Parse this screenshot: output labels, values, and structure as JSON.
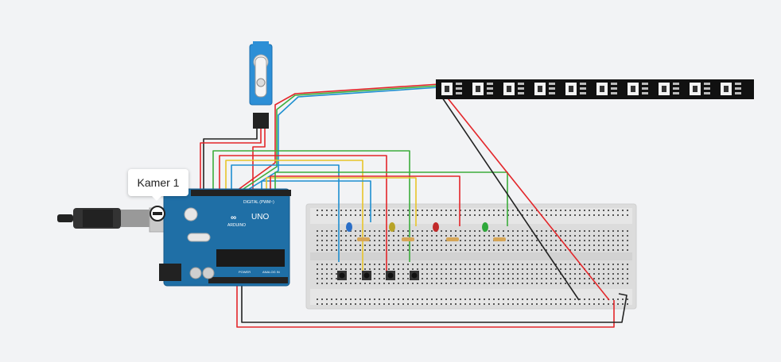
{
  "tooltip": {
    "label": "Kamer 1"
  },
  "arduino": {
    "brand": "ARDUINO",
    "model": "UNO",
    "digital_label": "DIGITAL (PWM~)",
    "power_label": "POWER",
    "analog_label": "ANALOG IN"
  },
  "leds": [
    {
      "name": "blue",
      "color": "#2b6fc7"
    },
    {
      "name": "yellow",
      "color": "#b8a428"
    },
    {
      "name": "red",
      "color": "#c22a2a"
    },
    {
      "name": "green",
      "color": "#2ea83a"
    }
  ],
  "buttons": 4,
  "wire_colors": {
    "red": "#e3262a",
    "black": "#222222",
    "green": "#3cad3c",
    "blue": "#1e8fd0",
    "yellow": "#e8c52a"
  },
  "strip_pixels": 10
}
